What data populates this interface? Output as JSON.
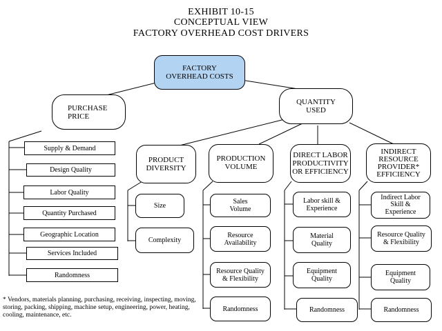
{
  "title": {
    "line1": "EXHIBIT 10-15",
    "line2": "CONCEPTUAL VIEW",
    "line3": "FACTORY OVERHEAD COST DRIVERS"
  },
  "root": "FACTORY\nOVERHEAD COSTS",
  "purchase_price": {
    "label": "PURCHASE\nPRICE",
    "items": [
      "Supply & Demand",
      "Design Quality",
      "Labor Quality",
      "Quantity Purchased",
      "Geographic Location",
      "Services Included",
      "Randomness"
    ]
  },
  "quantity_used": {
    "label": "QUANTITY\nUSED",
    "product_diversity": {
      "label": "PRODUCT\nDIVERSITY",
      "items": [
        "Size",
        "Complexity"
      ]
    },
    "production_volume": {
      "label": "PRODUCTION\nVOLUME",
      "items": [
        "Sales\nVolume",
        "Resource\nAvailability",
        "Resource Quality\n& Flexibility",
        "Randomness"
      ]
    },
    "direct_labor": {
      "label": "DIRECT LABOR\nPRODUCTIVITY\nOR EFFICIENCY",
      "items": [
        "Labor skill &\nExperience",
        "Material\nQuality",
        "Equipment\nQuality",
        "Randomness"
      ]
    },
    "indirect_resource": {
      "label": "INDIRECT\nRESOURCE\nPROVIDER*\nEFFICIENCY",
      "items": [
        "Indirect Labor\nSkill &\nExperience",
        "Resource Quality\n& Flexibility",
        "Equipment\nQuality",
        "Randomness"
      ]
    }
  },
  "footnote": "* Vendors, materials planning, purchasing, receiving, inspecting, moving, storing, packing, shipping, machine setup, engineering, power, heating, cooling, maintenance, etc."
}
